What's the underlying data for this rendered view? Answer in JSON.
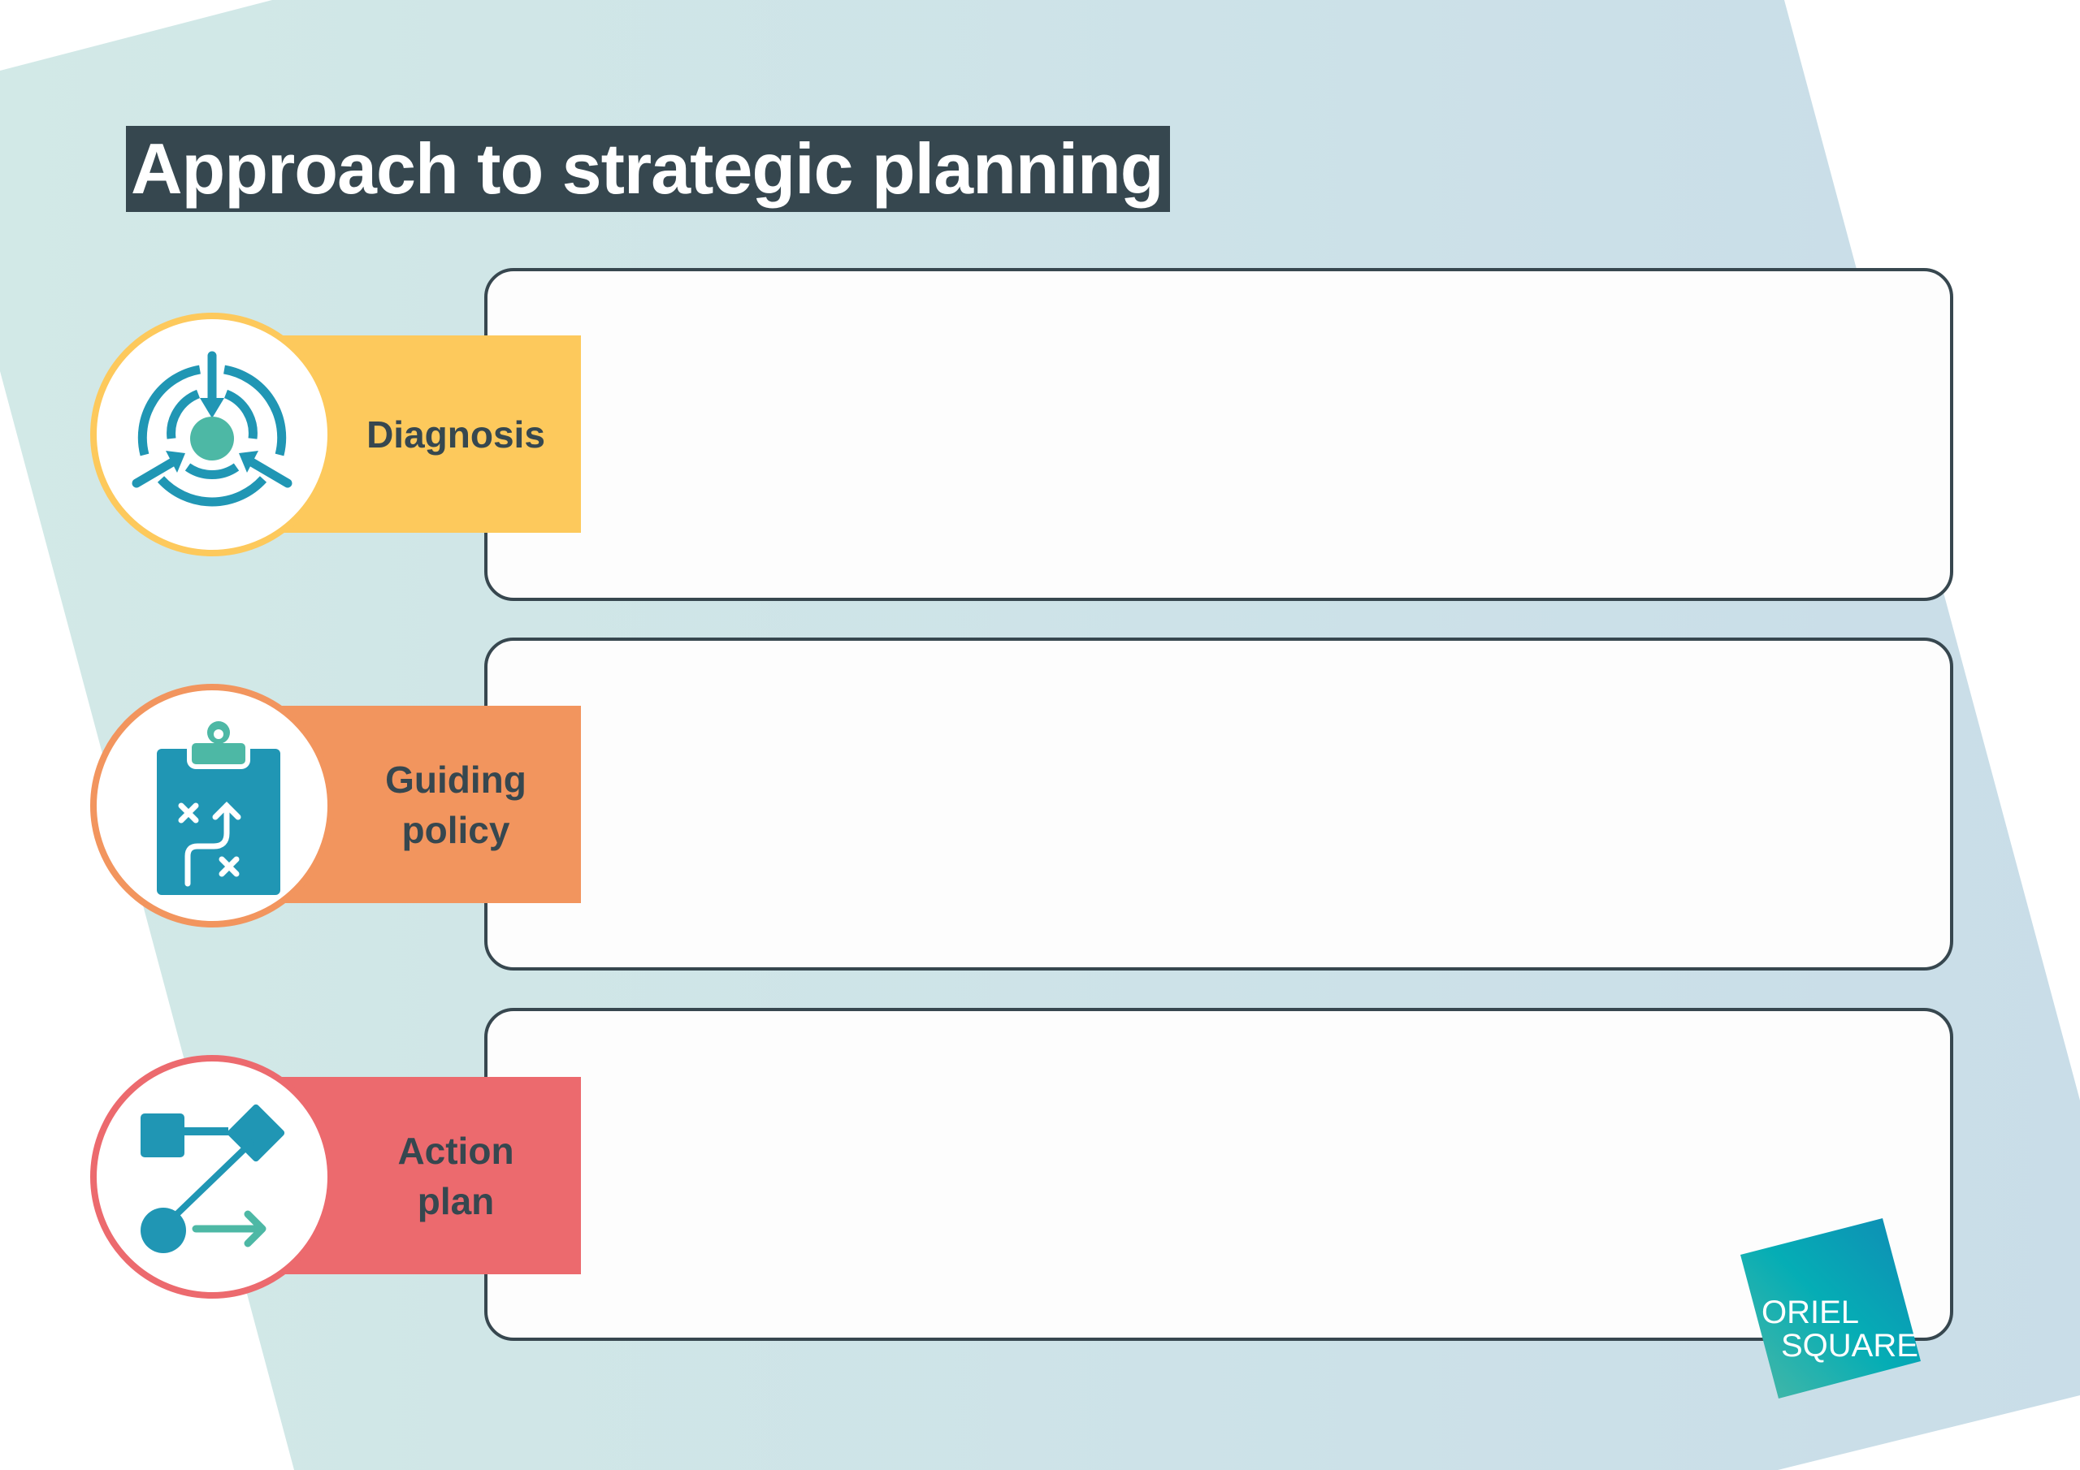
{
  "title": "Approach to strategic planning",
  "steps": [
    {
      "label": "Diagnosis",
      "icon": "target-arrows-icon",
      "color": "#fdc95c"
    },
    {
      "label": "Guiding policy",
      "icon": "clipboard-strategy-icon",
      "color": "#f2955e"
    },
    {
      "label": "Action plan",
      "icon": "flowchart-icon",
      "color": "#ec6a6e"
    }
  ],
  "logo": {
    "line1": "ORIEL",
    "line2": "SQUARE"
  },
  "colors": {
    "title_bg": "#36474f",
    "icon_blue": "#2096b4",
    "icon_green": "#4db8a5"
  }
}
